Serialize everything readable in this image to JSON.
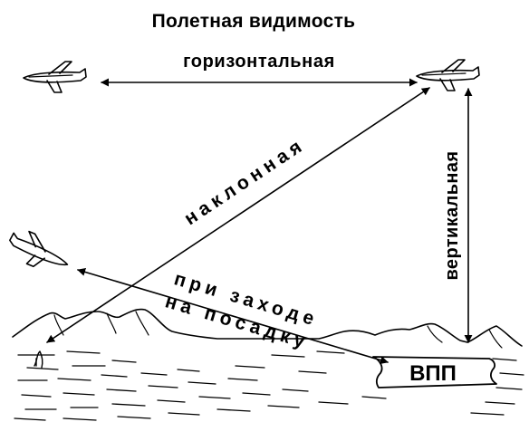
{
  "title": "Полетная видимость",
  "labels": {
    "horizontal": "горизонтальная",
    "slant": "наклонная",
    "approach_line1": "при заходе",
    "approach_line2": "на посадку",
    "vertical": "вертикальная",
    "runway": "ВПП"
  },
  "icons": {
    "plane_left": "airplane-icon",
    "plane_right": "airplane-icon",
    "plane_approach": "airplane-icon",
    "runway_sign": "runway-sign"
  },
  "colors": {
    "ink": "#000000",
    "background": "#ffffff"
  }
}
